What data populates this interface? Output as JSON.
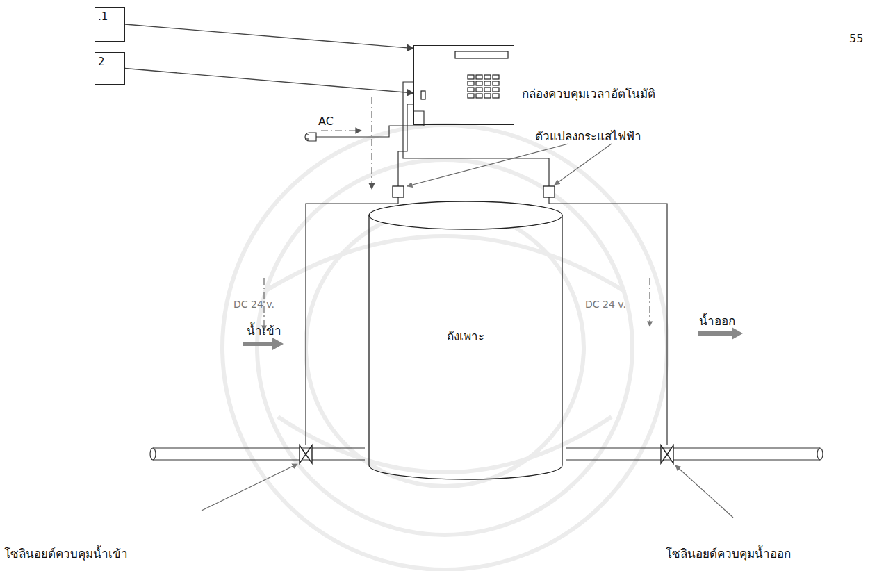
{
  "diagram": {
    "nodes": [
      {
        "text": [
          ".1"
        ]
      },
      {
        "text": [
          "2"
        ]
      },
      {
        "text": [
          "กล่องควบคุมเวลาอัตโนมัติ"
        ]
      },
      {
        "text": [
          "ถังเพาะ"
        ]
      }
    ],
    "edges": [
      {
        "from": 0,
        "to": 2,
        "arrow": "to"
      },
      {
        "from": 1,
        "to": 2,
        "arrow": "to"
      }
    ],
    "labels": [
      "55",
      "AC",
      "ตัวแปลงกระแสไฟฟ้า",
      "DC 24 v.",
      "DC 24 v.",
      "น้ำเข้า",
      "น้ำออก",
      "โซลินอยด์ควบคุมน้ำเข้า",
      "โซลินอยด์ควบคุมน้ำออก"
    ]
  }
}
